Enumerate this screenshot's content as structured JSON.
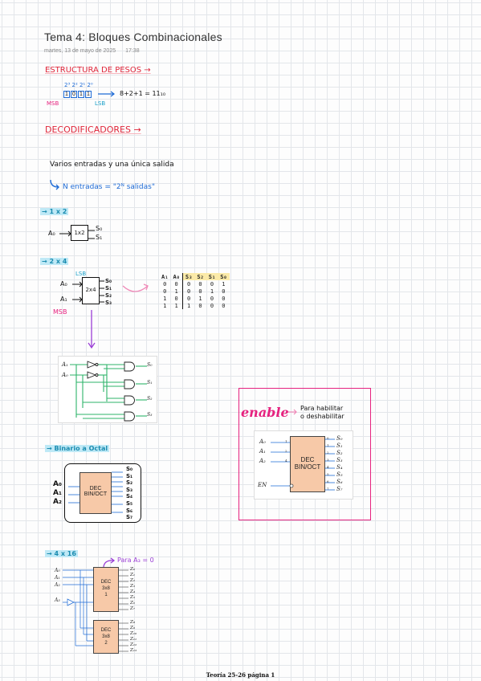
{
  "header": {
    "title": "Tema 4: Bloques Combinacionales",
    "date": "martes, 13 de mayo de 2025",
    "time": "17:38"
  },
  "estructura": {
    "heading": "ESTRUCTURA DE PESOS →",
    "powers": "2³ 2² 2¹ 2⁰",
    "bits": [
      "1",
      "0",
      "1",
      "1"
    ],
    "msb": "MSB",
    "lsb": "LSB",
    "equation": "8+2+1 = 11₁₀"
  },
  "decodificadores": {
    "heading": "DECODIFICADORES →",
    "line1": "Varios entradas y una única salida",
    "line2": "N entradas = \"2ᴺ salidas\""
  },
  "dec1x2": {
    "tag": "→ 1 x 2",
    "input": "A₀",
    "block": "1x2",
    "outputs": [
      "S₀",
      "S₁"
    ]
  },
  "dec2x4": {
    "tag": "→ 2 x 4",
    "lsb": "LSB",
    "msb": "MSB",
    "inputs": [
      "A₀",
      "A₁"
    ],
    "block": "2x4",
    "outputs": [
      "S₀",
      "S₁",
      "S₂",
      "S₃"
    ],
    "table_headers": [
      "A₁",
      "A₀",
      "S₃",
      "S₂",
      "S₁",
      "S₀"
    ],
    "table_rows": [
      [
        "0",
        "0",
        "0",
        "0",
        "0",
        "1"
      ],
      [
        "0",
        "1",
        "0",
        "0",
        "1",
        "0"
      ],
      [
        "1",
        "0",
        "0",
        "1",
        "0",
        "0"
      ],
      [
        "1",
        "1",
        "1",
        "0",
        "0",
        "0"
      ]
    ],
    "circuit_inputs": [
      "A₁",
      "A₀"
    ],
    "circuit_outputs": [
      "S₀",
      "S₁",
      "S₂",
      "S₃"
    ]
  },
  "binario_octal": {
    "tag": "→ Binario a Octal",
    "inputs": [
      "A₀",
      "A₁",
      "A₂"
    ],
    "block_line1": "DEC",
    "block_line2": "BIN/OCT",
    "outputs": [
      "S₀",
      "S₁",
      "S₂",
      "S₃",
      "S₄",
      "S₅",
      "S₆",
      "S₇"
    ]
  },
  "enable": {
    "word": "enable",
    "note_line1": "Para habilitar",
    "note_line2": "o deshabilitar",
    "inputs": [
      "A₀",
      "A₁",
      "A₂"
    ],
    "en": "EN",
    "block_line1": "DEC",
    "block_line2": "BIN/OCT",
    "outputs": [
      "S₀",
      "S₁",
      "S₂",
      "S₃",
      "S₄",
      "S₅",
      "S₆",
      "S₇"
    ],
    "pin_in": [
      "1",
      "2",
      "4"
    ],
    "pin_out": [
      "0",
      "1",
      "2",
      "3",
      "4",
      "5",
      "6",
      "7"
    ]
  },
  "dec4x16": {
    "tag": "→ 4 x 16",
    "note": "Para A₃ = 0",
    "inputs": [
      "A₀",
      "A₁",
      "A₂",
      "A₃"
    ],
    "block1": [
      "DEC",
      "3x8",
      "1"
    ],
    "block2": [
      "DEC",
      "3x8",
      "2"
    ],
    "outputs1": [
      "Z₀",
      "Z₁",
      "Z₂",
      "Z₃",
      "Z₄",
      "Z₅",
      "Z₆",
      "Z₇"
    ],
    "outputs2": [
      "Z₈",
      "Z₉",
      "Z₁₀",
      "Z₁₁",
      "Z₁₂",
      "Z₁₃"
    ]
  },
  "footer": {
    "text": "Teoría 25-26 página 1"
  },
  "colors": {
    "red": "#e0263a",
    "blue": "#1e6bd6",
    "cyan": "#1aa0c8",
    "pink": "#e6227f",
    "wire_green": "#2db36a",
    "dec_fill": "#f7c9a8"
  }
}
